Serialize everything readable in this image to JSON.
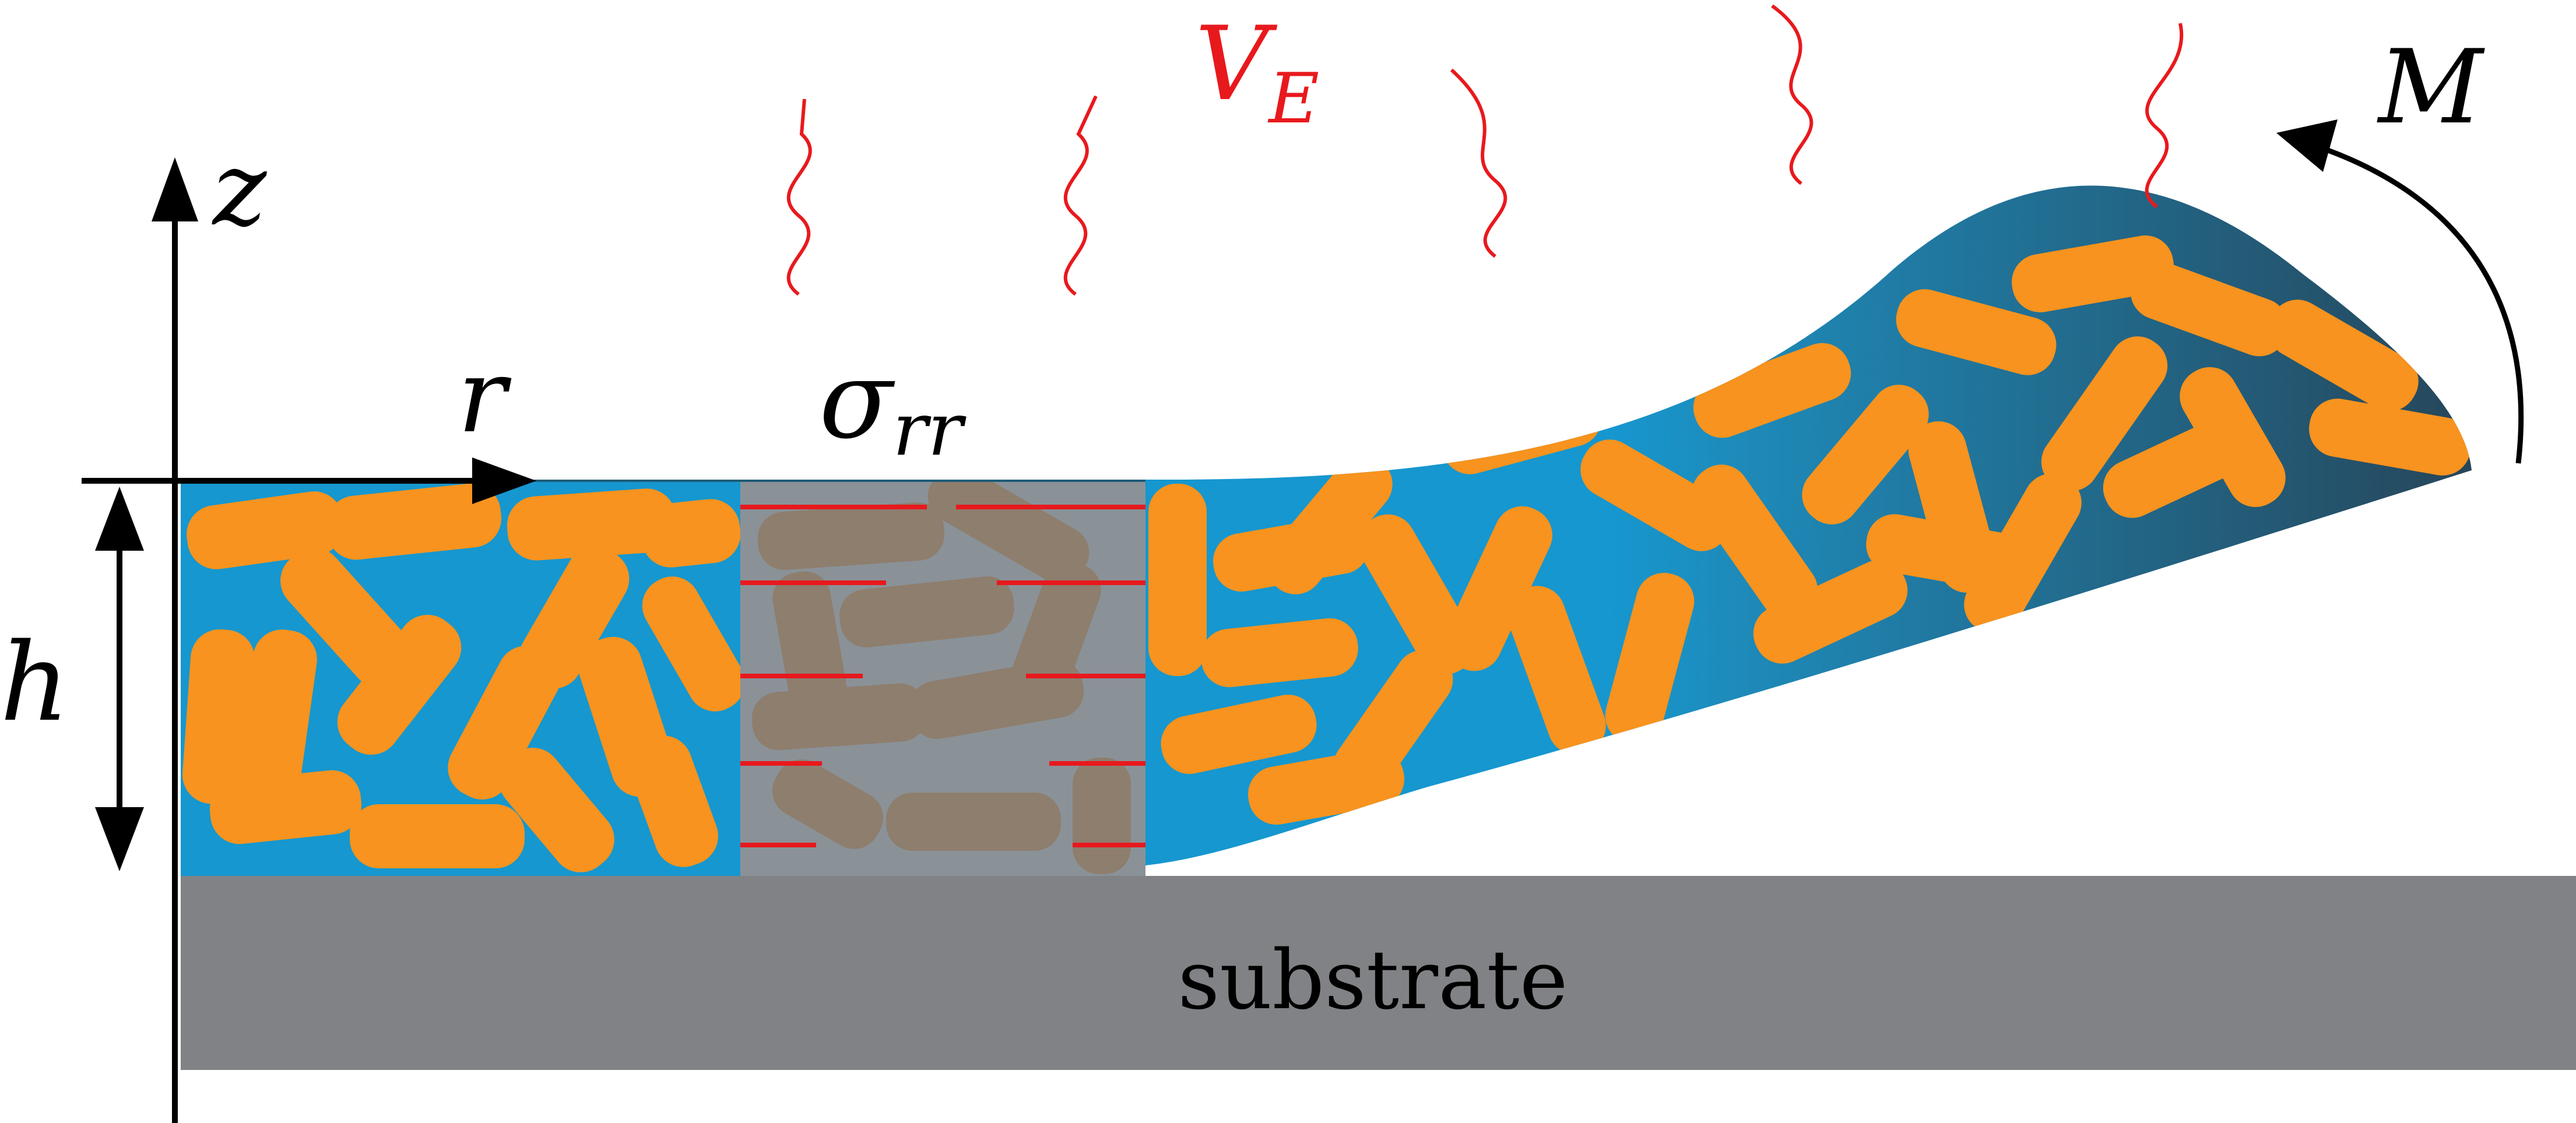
{
  "labels": {
    "z": "z",
    "r": "r",
    "h": "h",
    "sigma": "σ",
    "sigma_sub": "rr",
    "v": "V",
    "v_sub": "E",
    "m": "M",
    "substrate": "substrate"
  },
  "colors": {
    "fluid_light": "#1697CF",
    "fluid_dark": "#1F5D78",
    "particle": "#F7931E",
    "particle_muted": "#8E7E6E",
    "compressed_overlay": "#8A8A8A",
    "stress_arrow": "#E8191D",
    "evaporation": "#E8191D",
    "substrate": "#808285",
    "axis": "#000000"
  }
}
